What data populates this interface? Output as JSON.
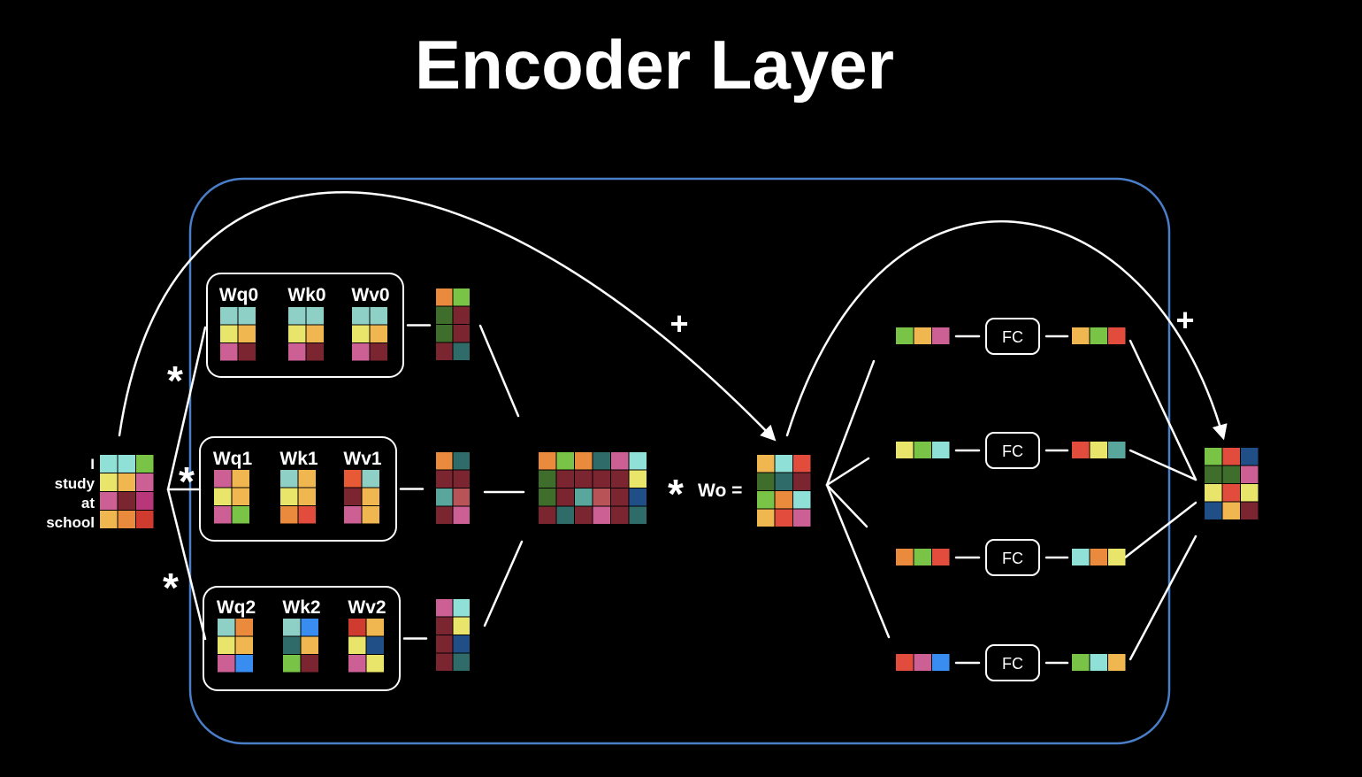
{
  "title": "Encoder Layer",
  "palette": {
    "background": "#000000",
    "frame_border": "#4a7ec9",
    "line": "#ffffff",
    "a": "#f0b650",
    "b": "#8fe0d6",
    "c": "#e9e46a",
    "d": "#cc5f94",
    "e": "#e14c3c",
    "f": "#7a2530",
    "g": "#3e6d2c",
    "h": "#79c347",
    "i": "#2f6b68",
    "j": "#1f4f86",
    "k": "#e98a3c",
    "l": "#cf3b2f",
    "m": "#b85458",
    "n": "#3a8df0",
    "o": "#59a79c",
    "p": "#b8367a",
    "q": "#8fd0c6",
    "r": "#e85a35"
  },
  "input": {
    "tokens": [
      "I",
      "study",
      "at",
      "school"
    ],
    "matrix": [
      [
        "b",
        "b",
        "h"
      ],
      [
        "c",
        "a",
        "d"
      ],
      [
        "d",
        "f",
        "p"
      ],
      [
        "a",
        "k",
        "l"
      ]
    ]
  },
  "heads": [
    {
      "weights": [
        {
          "label": "Wq0",
          "matrix": [
            [
              "q",
              "q"
            ],
            [
              "c",
              "a"
            ],
            [
              "d",
              "f"
            ]
          ]
        },
        {
          "label": "Wk0",
          "matrix": [
            [
              "q",
              "q"
            ],
            [
              "c",
              "a"
            ],
            [
              "d",
              "f"
            ]
          ]
        },
        {
          "label": "Wv0",
          "matrix": [
            [
              "q",
              "q"
            ],
            [
              "c",
              "a"
            ],
            [
              "d",
              "f"
            ]
          ]
        }
      ],
      "output": [
        [
          "k",
          "h"
        ],
        [
          "g",
          "f"
        ],
        [
          "g",
          "f"
        ],
        [
          "f",
          "i"
        ]
      ]
    },
    {
      "weights": [
        {
          "label": "Wq1",
          "matrix": [
            [
              "d",
              "a"
            ],
            [
              "c",
              "a"
            ],
            [
              "d",
              "h"
            ]
          ]
        },
        {
          "label": "Wk1",
          "matrix": [
            [
              "q",
              "a"
            ],
            [
              "c",
              "a"
            ],
            [
              "k",
              "e"
            ]
          ]
        },
        {
          "label": "Wv1",
          "matrix": [
            [
              "r",
              "q"
            ],
            [
              "f",
              "a"
            ],
            [
              "d",
              "a"
            ]
          ]
        }
      ],
      "output": [
        [
          "k",
          "i"
        ],
        [
          "f",
          "f"
        ],
        [
          "o",
          "m"
        ],
        [
          "f",
          "d"
        ]
      ]
    },
    {
      "weights": [
        {
          "label": "Wq2",
          "matrix": [
            [
              "q",
              "k"
            ],
            [
              "c",
              "a"
            ],
            [
              "d",
              "n"
            ]
          ]
        },
        {
          "label": "Wk2",
          "matrix": [
            [
              "q",
              "n"
            ],
            [
              "i",
              "a"
            ],
            [
              "h",
              "f"
            ]
          ]
        },
        {
          "label": "Wv2",
          "matrix": [
            [
              "l",
              "a"
            ],
            [
              "c",
              "j"
            ],
            [
              "d",
              "c"
            ]
          ]
        }
      ],
      "output": [
        [
          "d",
          "b"
        ],
        [
          "f",
          "c"
        ],
        [
          "f",
          "j"
        ],
        [
          "f",
          "i"
        ]
      ]
    }
  ],
  "concat_matrix": [
    [
      "k",
      "h",
      "k",
      "i",
      "d",
      "b"
    ],
    [
      "g",
      "f",
      "f",
      "f",
      "f",
      "c"
    ],
    [
      "g",
      "f",
      "o",
      "m",
      "f",
      "j"
    ],
    [
      "f",
      "i",
      "f",
      "d",
      "f",
      "i"
    ]
  ],
  "star_symbol": "*",
  "wo_label": "Wo =",
  "plus_symbol": "+",
  "attention_out": [
    [
      "a",
      "b",
      "e"
    ],
    [
      "g",
      "i",
      "f"
    ],
    [
      "h",
      "k",
      "b"
    ],
    [
      "a",
      "e",
      "d"
    ]
  ],
  "ffn": [
    {
      "in": [
        "h",
        "a",
        "d"
      ],
      "label": "FC",
      "out": [
        "a",
        "h",
        "e"
      ]
    },
    {
      "in": [
        "c",
        "h",
        "b"
      ],
      "label": "FC",
      "out": [
        "e",
        "c",
        "o"
      ]
    },
    {
      "in": [
        "k",
        "h",
        "e"
      ],
      "label": "FC",
      "out": [
        "b",
        "k",
        "c"
      ]
    },
    {
      "in": [
        "e",
        "d",
        "n"
      ],
      "label": "FC",
      "out": [
        "h",
        "b",
        "a"
      ]
    }
  ],
  "final_output": [
    [
      "h",
      "e",
      "j"
    ],
    [
      "g",
      "g",
      "d"
    ],
    [
      "c",
      "e",
      "c"
    ],
    [
      "j",
      "a",
      "f"
    ]
  ]
}
